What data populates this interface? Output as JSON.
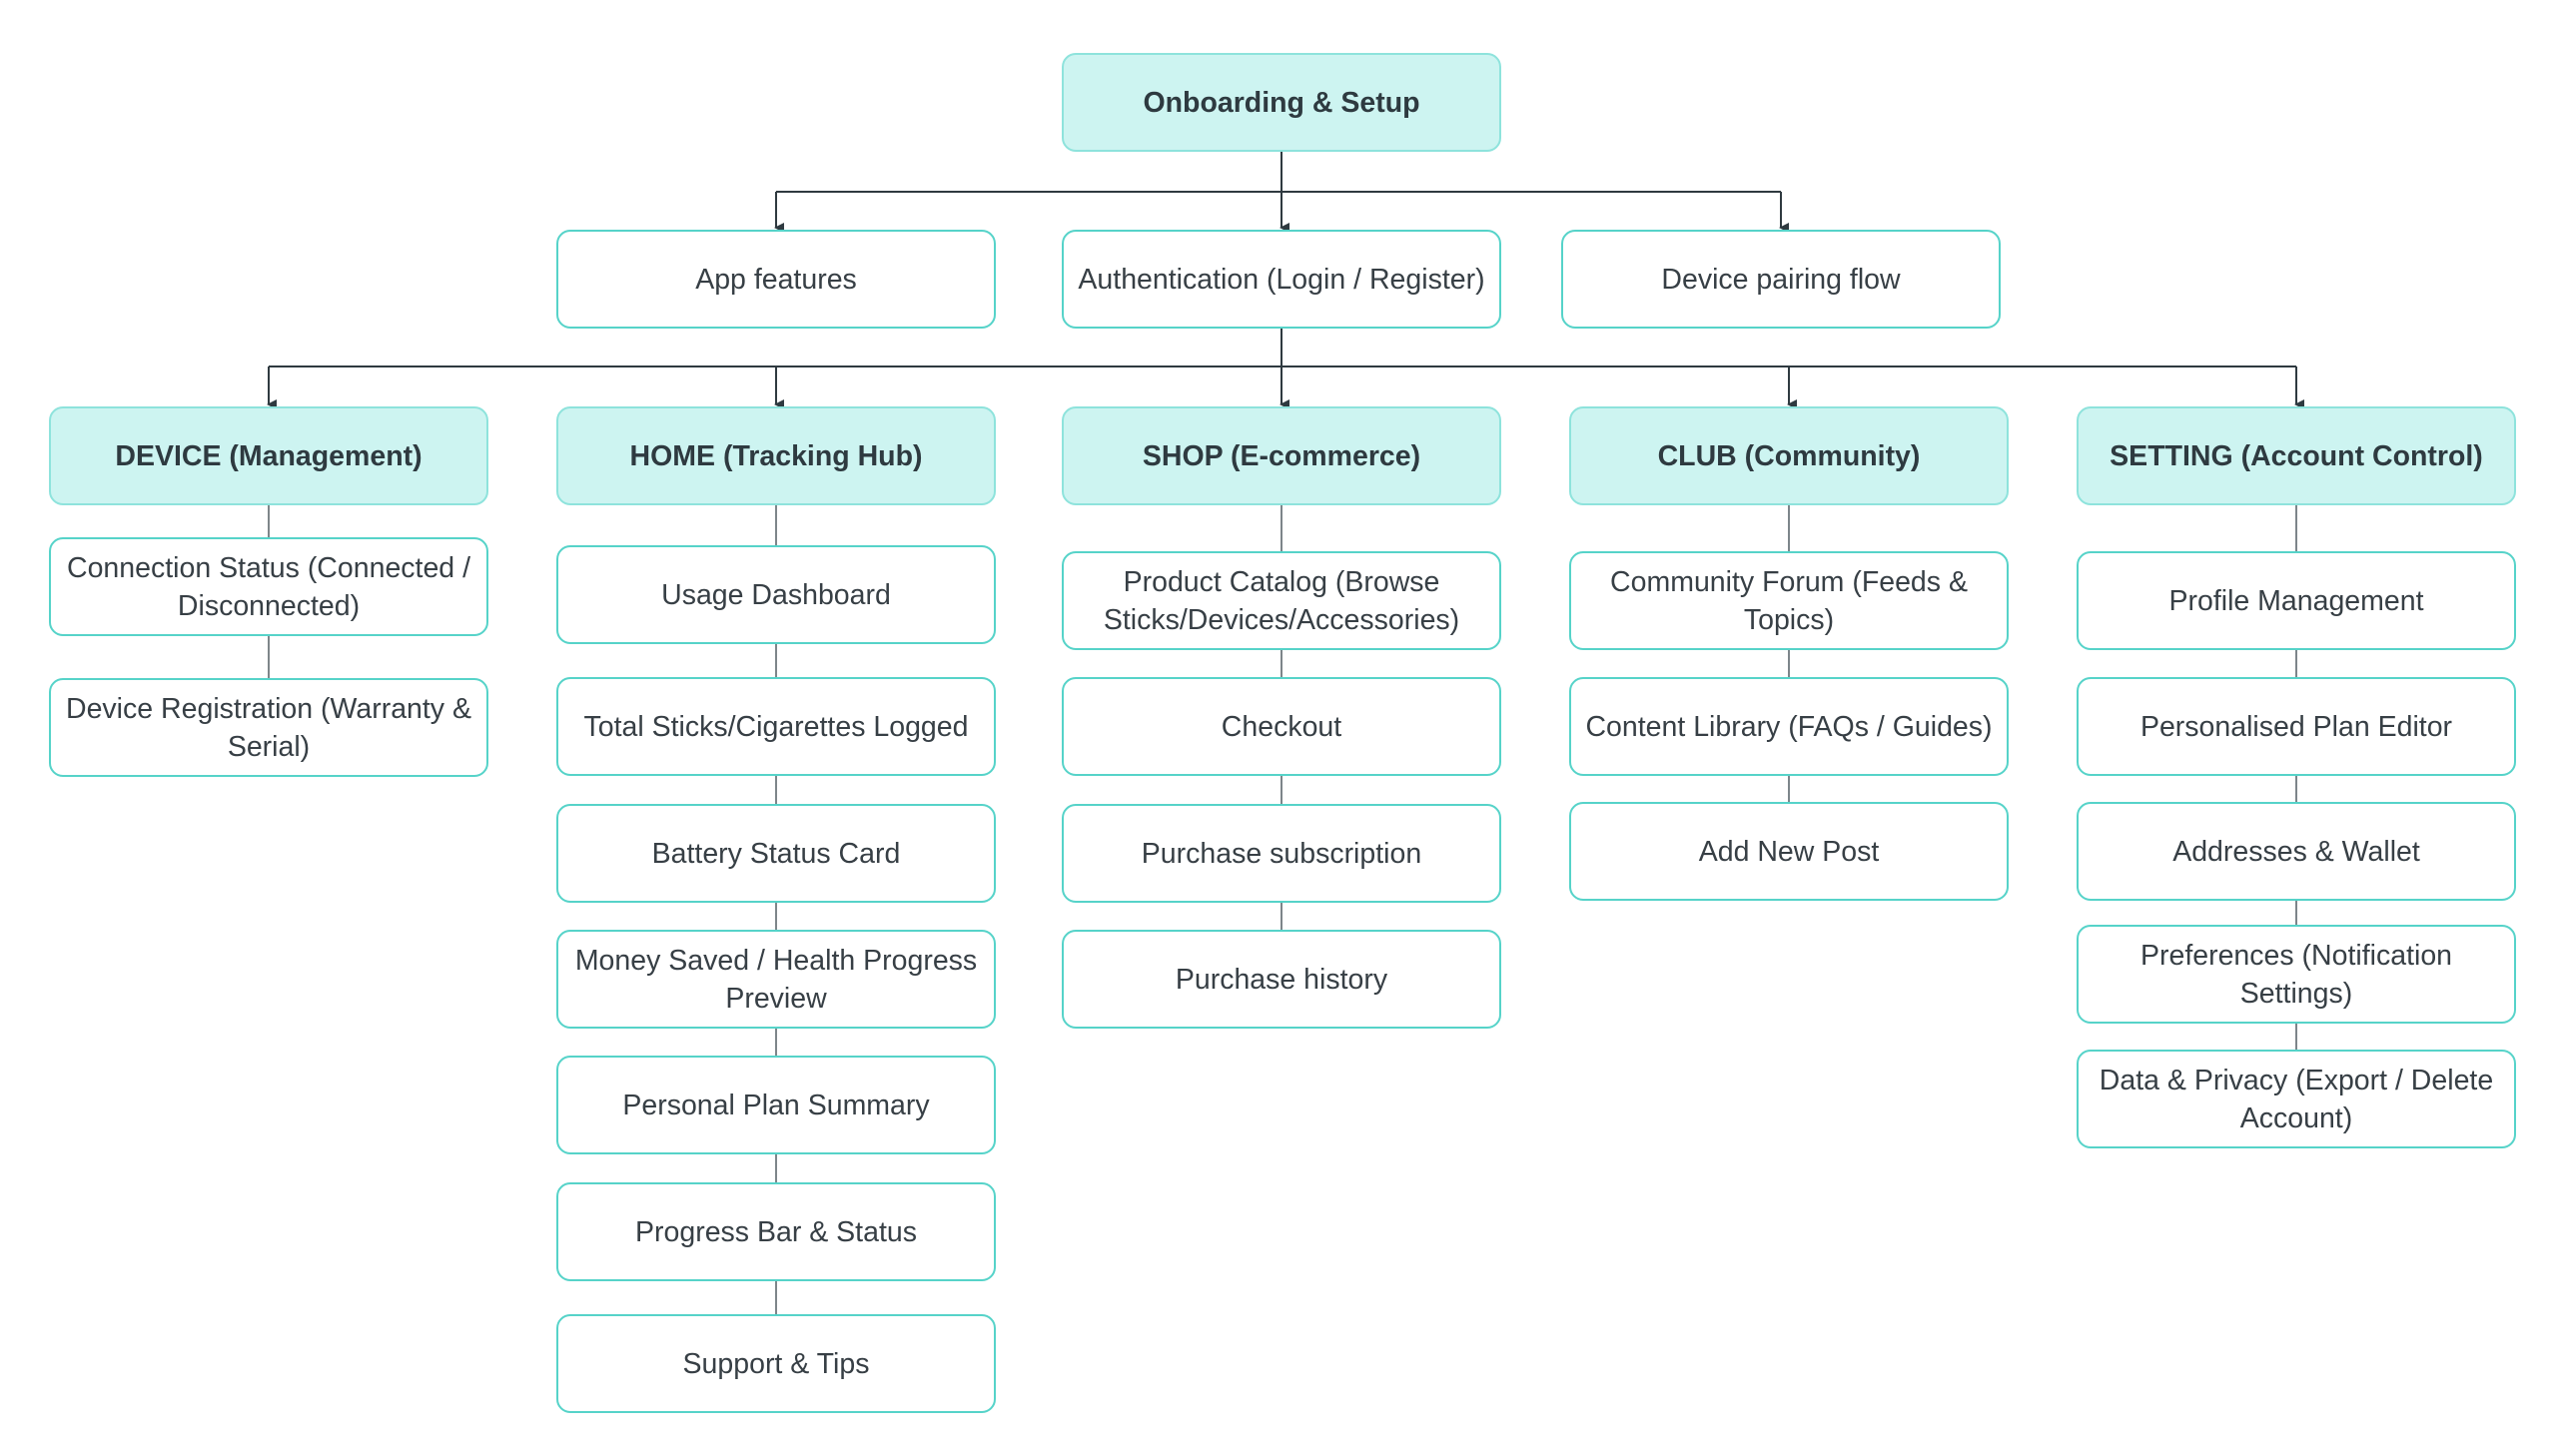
{
  "colors": {
    "node_border": "#56d3c9",
    "header_fill": "#cdf4f1",
    "connector": "#2f3a40"
  },
  "root": {
    "label": "Onboarding & Setup"
  },
  "onboarding_steps": [
    {
      "label": "App features"
    },
    {
      "label": "Authentication (Login / Register)"
    },
    {
      "label": "Device pairing flow"
    }
  ],
  "sections": [
    {
      "header": "DEVICE (Management)",
      "items": [
        "Connection Status (Connected / Disconnected)",
        "Device Registration (Warranty & Serial)"
      ]
    },
    {
      "header": "HOME (Tracking Hub)",
      "items": [
        "Usage Dashboard",
        "Total Sticks/Cigarettes Logged",
        "Battery Status Card",
        "Money Saved / Health Progress Preview",
        "Personal Plan Summary",
        "Progress Bar & Status",
        "Support & Tips"
      ]
    },
    {
      "header": "SHOP (E-commerce)",
      "items": [
        "Product Catalog (Browse Sticks/Devices/Accessories)",
        "Checkout",
        "Purchase subscription",
        "Purchase history"
      ]
    },
    {
      "header": "CLUB (Community)",
      "items": [
        "Community Forum (Feeds & Topics)",
        "Content Library (FAQs / Guides)",
        "Add New Post"
      ]
    },
    {
      "header": "SETTING (Account Control)",
      "items": [
        "Profile Management",
        "Personalised Plan Editor",
        "Addresses & Wallet",
        "Preferences (Notification Settings)",
        "Data & Privacy (Export / Delete Account)"
      ]
    }
  ]
}
